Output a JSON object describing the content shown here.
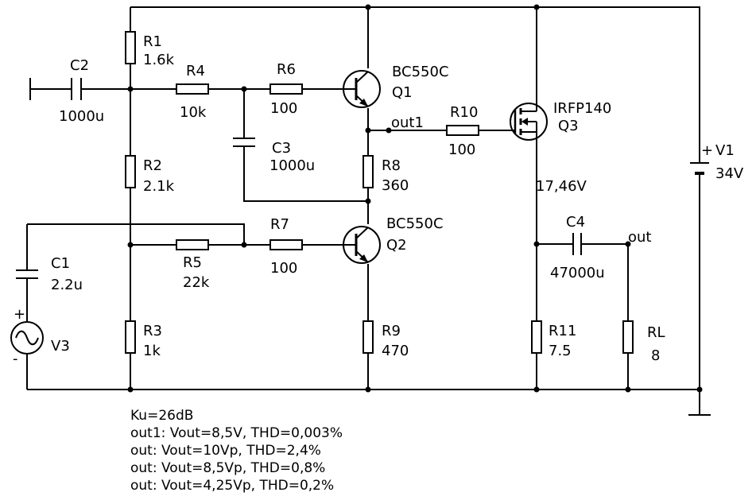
{
  "components": {
    "R1": {
      "ref": "R1",
      "value": "1.6k"
    },
    "R2": {
      "ref": "R2",
      "value": "2.1k"
    },
    "R3": {
      "ref": "R3",
      "value": "1k"
    },
    "R4": {
      "ref": "R4",
      "value": "10k"
    },
    "R5": {
      "ref": "R5",
      "value": "22k"
    },
    "R6": {
      "ref": "R6",
      "value": "100"
    },
    "R7": {
      "ref": "R7",
      "value": "100"
    },
    "R8": {
      "ref": "R8",
      "value": "360"
    },
    "R9": {
      "ref": "R9",
      "value": "470"
    },
    "R10": {
      "ref": "R10",
      "value": "100"
    },
    "R11": {
      "ref": "R11",
      "value": "7.5"
    },
    "RL": {
      "ref": "RL",
      "value": "8"
    },
    "C1": {
      "ref": "C1",
      "value": "2.2u"
    },
    "C2": {
      "ref": "C2",
      "value": "1000u"
    },
    "C3": {
      "ref": "C3",
      "value": "1000u"
    },
    "C4": {
      "ref": "C4",
      "value": "47000u"
    },
    "Q1": {
      "ref": "Q1",
      "model": "BC550C"
    },
    "Q2": {
      "ref": "Q2",
      "model": "BC550C"
    },
    "Q3": {
      "ref": "Q3",
      "model": "IRFP140"
    },
    "V1": {
      "ref": "V1",
      "value": "34V"
    },
    "V3": {
      "ref": "V3"
    }
  },
  "nets": {
    "out1": "out1",
    "out": "out",
    "drain_voltage": "17,46V"
  },
  "source_signs": {
    "plus": "+",
    "minus": "-"
  },
  "notes": [
    "Ku=26dB",
    "out1: Vout=8,5V, THD=0,003%",
    "out: Vout=10Vp, THD=2,4%",
    "out: Vout=8,5Vp, THD=0,8%",
    "out: Vout=4,25Vp, THD=0,2%"
  ]
}
